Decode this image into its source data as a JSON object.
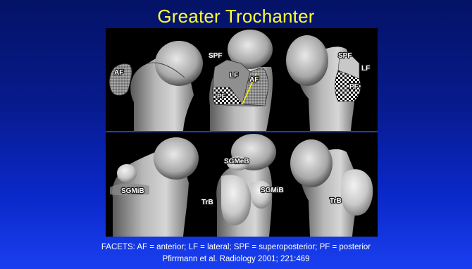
{
  "slide": {
    "title": "Greater Trochanter",
    "caption_line1": "FACETS: AF = anterior; LF = lateral; SPF = superoposterior; PF = posterior",
    "caption_line2": "Pfirrmann et al. Radiology 2001; 221:469"
  },
  "figure": {
    "top_row": {
      "left": {
        "af": "AF"
      },
      "center": {
        "spf": "SPF",
        "lf": "LF",
        "af": "AF",
        "pf": "PF"
      },
      "right": {
        "spf": "SPF",
        "lf": "LF",
        "pf": "PF"
      }
    },
    "bottom_row": {
      "left": {
        "sgmib": "SGMiB"
      },
      "center": {
        "sgmeb": "SGMeB",
        "sgmib": "SGMiB",
        "trb": "TrB"
      },
      "right": {
        "trb": "TrB"
      }
    },
    "colors": {
      "title": "#ffff33",
      "divider": "#1a3ccc",
      "af_line": "#ffee00"
    }
  }
}
